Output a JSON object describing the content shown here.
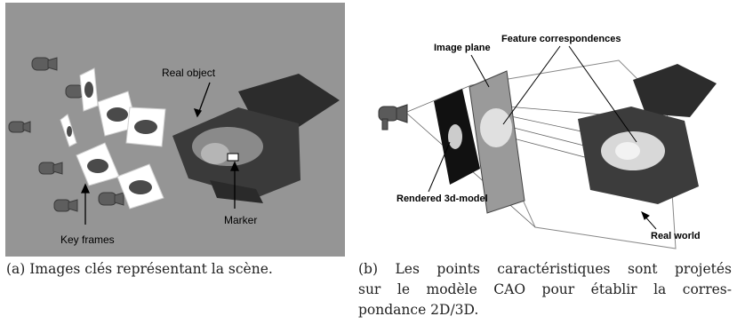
{
  "figure_a": {
    "labels": {
      "real_object": "Real object",
      "marker": "Marker",
      "key_frames": "Key frames"
    },
    "caption": "(a) Images clés représentant la scène."
  },
  "figure_b": {
    "labels": {
      "image_plane": "Image plane",
      "feature_correspondences": "Feature correspondences",
      "rendered_3d_model": "Rendered 3d-model",
      "real_world": "Real world"
    },
    "caption_lines": [
      "(b) Les points caractéristiques sont projetés",
      "sur le modèle CAO pour établir la corres-",
      "pondance 2D/3D."
    ]
  }
}
